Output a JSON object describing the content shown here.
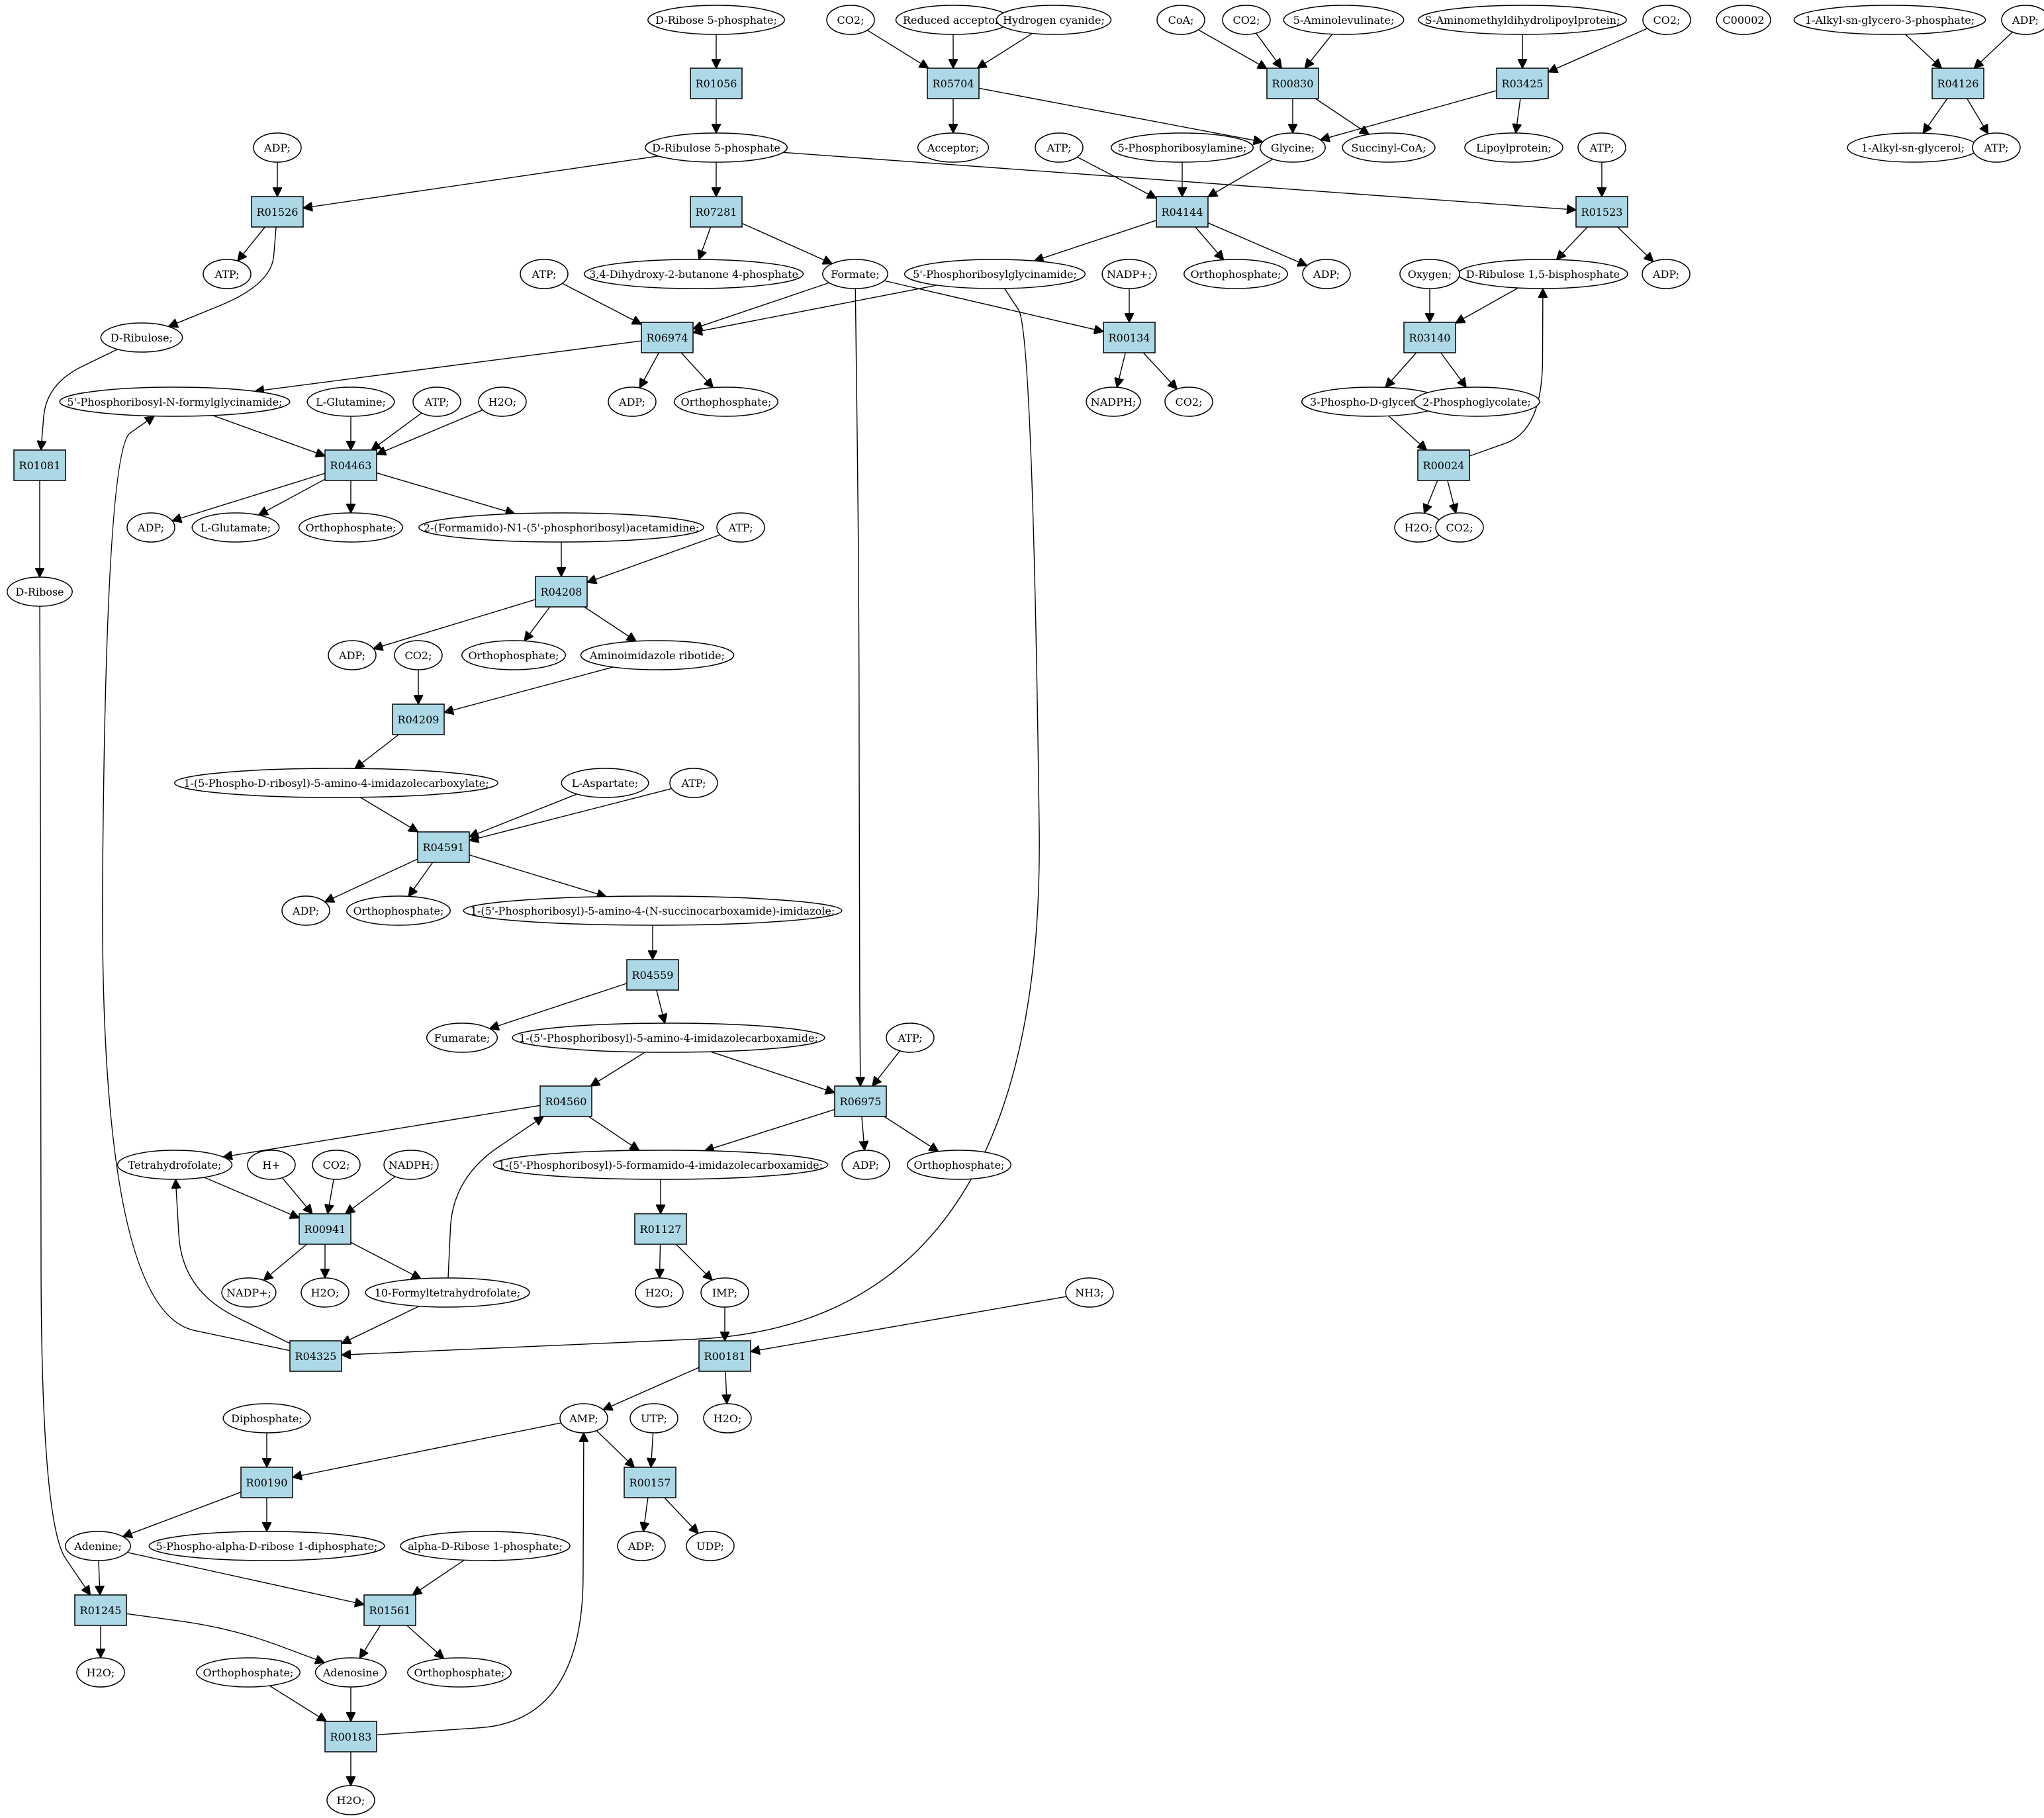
{
  "colors": {
    "reaction_fill": "#add8e6",
    "metabolite_fill": "#ffffff",
    "start_fill": "#00ee00",
    "highlight_fill": "#ffff00",
    "edge": "#000000"
  },
  "nodes": [
    {
      "id": "m_r5p_start",
      "label": "D-Ribose 5-phosphate;",
      "kind": "start"
    },
    {
      "id": "R01056",
      "label": "R01056",
      "kind": "reaction"
    },
    {
      "id": "m_ribulose5p",
      "label": "D-Ribulose 5-phosphate",
      "kind": "metabolite"
    },
    {
      "id": "m_co2_a",
      "label": "CO2;",
      "kind": "metabolite"
    },
    {
      "id": "m_red_acc",
      "label": "Reduced acceptor;",
      "kind": "metabolite"
    },
    {
      "id": "m_hcn",
      "label": "Hydrogen cyanide;",
      "kind": "metabolite"
    },
    {
      "id": "R05704",
      "label": "R05704",
      "kind": "reaction"
    },
    {
      "id": "m_acceptor",
      "label": "Acceptor;",
      "kind": "metabolite"
    },
    {
      "id": "m_coa",
      "label": "CoA;",
      "kind": "metabolite"
    },
    {
      "id": "m_co2_b",
      "label": "CO2;",
      "kind": "metabolite"
    },
    {
      "id": "m_ala",
      "label": "5-Aminolevulinate;",
      "kind": "metabolite"
    },
    {
      "id": "R00830",
      "label": "R00830",
      "kind": "reaction"
    },
    {
      "id": "m_glycine",
      "label": "Glycine;",
      "kind": "metabolite"
    },
    {
      "id": "m_succoa",
      "label": "Succinyl-CoA;",
      "kind": "metabolite"
    },
    {
      "id": "m_samdlp",
      "label": "S-Aminomethyldihydrolipoylprotein;",
      "kind": "metabolite"
    },
    {
      "id": "m_co2_c",
      "label": "CO2;",
      "kind": "metabolite"
    },
    {
      "id": "R03425",
      "label": "R03425",
      "kind": "reaction"
    },
    {
      "id": "m_lipoyl",
      "label": "Lipoylprotein;",
      "kind": "metabolite"
    },
    {
      "id": "m_c00002",
      "label": "C00002",
      "kind": "highlight"
    },
    {
      "id": "m_alkylg3p",
      "label": "1-Alkyl-sn-glycero-3-phosphate;",
      "kind": "metabolite"
    },
    {
      "id": "m_adp_r04126",
      "label": "ADP;",
      "kind": "metabolite"
    },
    {
      "id": "R04126",
      "label": "R04126",
      "kind": "reaction"
    },
    {
      "id": "m_alkylg",
      "label": "1-Alkyl-sn-glycerol;",
      "kind": "metabolite"
    },
    {
      "id": "m_atp_r04126",
      "label": "ATP;",
      "kind": "metabolite"
    },
    {
      "id": "m_adp_r01526",
      "label": "ADP;",
      "kind": "metabolite"
    },
    {
      "id": "R01526",
      "label": "R01526",
      "kind": "reaction"
    },
    {
      "id": "m_atp_r01526",
      "label": "ATP;",
      "kind": "metabolite"
    },
    {
      "id": "m_dribulose",
      "label": "D-Ribulose;",
      "kind": "metabolite"
    },
    {
      "id": "R07281",
      "label": "R07281",
      "kind": "reaction"
    },
    {
      "id": "m_dhbp",
      "label": "3,4-Dihydroxy-2-butanone 4-phosphate",
      "kind": "metabolite"
    },
    {
      "id": "m_formate",
      "label": "Formate;",
      "kind": "metabolite"
    },
    {
      "id": "m_atp_r04144",
      "label": "ATP;",
      "kind": "metabolite"
    },
    {
      "id": "m_5pra",
      "label": "5-Phosphoribosylamine;",
      "kind": "metabolite"
    },
    {
      "id": "R04144",
      "label": "R04144",
      "kind": "reaction"
    },
    {
      "id": "m_gar",
      "label": "5'-Phosphoribosylglycinamide;",
      "kind": "metabolite"
    },
    {
      "id": "m_pi_r04144",
      "label": "Orthophosphate;",
      "kind": "metabolite"
    },
    {
      "id": "m_adp_r04144",
      "label": "ADP;",
      "kind": "metabolite"
    },
    {
      "id": "m_atp_r01523",
      "label": "ATP;",
      "kind": "metabolite"
    },
    {
      "id": "R01523",
      "label": "R01523",
      "kind": "reaction"
    },
    {
      "id": "m_rubp",
      "label": "D-Ribulose 1,5-bisphosphate",
      "kind": "metabolite"
    },
    {
      "id": "m_adp_r01523",
      "label": "ADP;",
      "kind": "metabolite"
    },
    {
      "id": "m_atp_r06974",
      "label": "ATP;",
      "kind": "metabolite"
    },
    {
      "id": "R06974",
      "label": "R06974",
      "kind": "reaction"
    },
    {
      "id": "m_adp_r06974",
      "label": "ADP;",
      "kind": "metabolite"
    },
    {
      "id": "m_pi_r06974",
      "label": "Orthophosphate;",
      "kind": "metabolite"
    },
    {
      "id": "m_nadp_r00134",
      "label": "NADP+;",
      "kind": "metabolite"
    },
    {
      "id": "R00134",
      "label": "R00134",
      "kind": "reaction"
    },
    {
      "id": "m_nadph_r00134",
      "label": "NADPH;",
      "kind": "metabolite"
    },
    {
      "id": "m_co2_r00134",
      "label": "CO2;",
      "kind": "metabolite"
    },
    {
      "id": "m_oxygen",
      "label": "Oxygen;",
      "kind": "metabolite"
    },
    {
      "id": "R03140",
      "label": "R03140",
      "kind": "reaction"
    },
    {
      "id": "m_3pg",
      "label": "3-Phospho-D-glycerate;",
      "kind": "metabolite"
    },
    {
      "id": "m_2pglyc",
      "label": "2-Phosphoglycolate;",
      "kind": "metabolite"
    },
    {
      "id": "R00024",
      "label": "R00024",
      "kind": "reaction"
    },
    {
      "id": "m_h2o_r00024",
      "label": "H2O;",
      "kind": "metabolite"
    },
    {
      "id": "m_co2_r00024",
      "label": "CO2;",
      "kind": "metabolite"
    },
    {
      "id": "R01081",
      "label": "R01081",
      "kind": "reaction"
    },
    {
      "id": "m_dribose",
      "label": "D-Ribose",
      "kind": "metabolite"
    },
    {
      "id": "m_fgar",
      "label": "5'-Phosphoribosyl-N-formylglycinamide;",
      "kind": "metabolite"
    },
    {
      "id": "m_lgln",
      "label": "L-Glutamine;",
      "kind": "metabolite"
    },
    {
      "id": "m_atp_r04463",
      "label": "ATP;",
      "kind": "metabolite"
    },
    {
      "id": "m_h2o_r04463",
      "label": "H2O;",
      "kind": "metabolite"
    },
    {
      "id": "R04463",
      "label": "R04463",
      "kind": "reaction"
    },
    {
      "id": "m_adp_r04463",
      "label": "ADP;",
      "kind": "metabolite"
    },
    {
      "id": "m_lglu",
      "label": "L-Glutamate;",
      "kind": "metabolite"
    },
    {
      "id": "m_pi_r04463",
      "label": "Orthophosphate;",
      "kind": "metabolite"
    },
    {
      "id": "m_fgam",
      "label": "2-(Formamido)-N1-(5'-phosphoribosyl)acetamidine;",
      "kind": "metabolite"
    },
    {
      "id": "m_atp_r04208",
      "label": "ATP;",
      "kind": "metabolite"
    },
    {
      "id": "R04208",
      "label": "R04208",
      "kind": "reaction"
    },
    {
      "id": "m_adp_r04208",
      "label": "ADP;",
      "kind": "metabolite"
    },
    {
      "id": "m_pi_r04208",
      "label": "Orthophosphate;",
      "kind": "metabolite"
    },
    {
      "id": "m_air",
      "label": "Aminoimidazole ribotide;",
      "kind": "metabolite"
    },
    {
      "id": "m_co2_r04209",
      "label": "CO2;",
      "kind": "metabolite"
    },
    {
      "id": "R04209",
      "label": "R04209",
      "kind": "reaction"
    },
    {
      "id": "m_cair",
      "label": "1-(5-Phospho-D-ribosyl)-5-amino-4-imidazolecarboxylate;",
      "kind": "metabolite"
    },
    {
      "id": "m_lasp",
      "label": "L-Aspartate;",
      "kind": "metabolite"
    },
    {
      "id": "m_atp_r04591",
      "label": "ATP;",
      "kind": "metabolite"
    },
    {
      "id": "R04591",
      "label": "R04591",
      "kind": "reaction"
    },
    {
      "id": "m_adp_r04591",
      "label": "ADP;",
      "kind": "metabolite"
    },
    {
      "id": "m_pi_r04591",
      "label": "Orthophosphate;",
      "kind": "metabolite"
    },
    {
      "id": "m_saicar",
      "label": "1-(5'-Phosphoribosyl)-5-amino-4-(N-succinocarboxamide)-imidazole;",
      "kind": "metabolite"
    },
    {
      "id": "R04559",
      "label": "R04559",
      "kind": "reaction"
    },
    {
      "id": "m_fumarate",
      "label": "Fumarate;",
      "kind": "metabolite"
    },
    {
      "id": "m_aicar",
      "label": "1-(5'-Phosphoribosyl)-5-amino-4-imidazolecarboxamide;",
      "kind": "metabolite"
    },
    {
      "id": "m_atp_r06975",
      "label": "ATP;",
      "kind": "metabolite"
    },
    {
      "id": "R04560",
      "label": "R04560",
      "kind": "reaction"
    },
    {
      "id": "R06975",
      "label": "R06975",
      "kind": "reaction"
    },
    {
      "id": "m_thf",
      "label": "Tetrahydrofolate;",
      "kind": "metabolite"
    },
    {
      "id": "m_hplus",
      "label": "H+",
      "kind": "metabolite"
    },
    {
      "id": "m_co2_r00941",
      "label": "CO2;",
      "kind": "metabolite"
    },
    {
      "id": "m_nadph_r00941",
      "label": "NADPH;",
      "kind": "metabolite"
    },
    {
      "id": "m_faicar",
      "label": "1-(5'-Phosphoribosyl)-5-formamido-4-imidazolecarboxamide;",
      "kind": "metabolite"
    },
    {
      "id": "m_adp_r06975",
      "label": "ADP;",
      "kind": "metabolite"
    },
    {
      "id": "m_pi_r06975",
      "label": "Orthophosphate;",
      "kind": "metabolite"
    },
    {
      "id": "R00941",
      "label": "R00941",
      "kind": "reaction"
    },
    {
      "id": "R01127",
      "label": "R01127",
      "kind": "reaction"
    },
    {
      "id": "m_nadp_r00941",
      "label": "NADP+;",
      "kind": "metabolite"
    },
    {
      "id": "m_h2o_r00941",
      "label": "H2O;",
      "kind": "metabolite"
    },
    {
      "id": "m_10fthf",
      "label": "10-Formyltetrahydrofolate;",
      "kind": "metabolite"
    },
    {
      "id": "m_h2o_r01127",
      "label": "H2O;",
      "kind": "metabolite"
    },
    {
      "id": "m_imp",
      "label": "IMP;",
      "kind": "metabolite"
    },
    {
      "id": "m_nh3",
      "label": "NH3;",
      "kind": "metabolite"
    },
    {
      "id": "R04325",
      "label": "R04325",
      "kind": "reaction"
    },
    {
      "id": "R00181",
      "label": "R00181",
      "kind": "reaction"
    },
    {
      "id": "m_diphosphate",
      "label": "Diphosphate;",
      "kind": "metabolite"
    },
    {
      "id": "m_amp",
      "label": "AMP;",
      "kind": "metabolite"
    },
    {
      "id": "m_utp",
      "label": "UTP;",
      "kind": "metabolite"
    },
    {
      "id": "m_h2o_r00181",
      "label": "H2O;",
      "kind": "metabolite"
    },
    {
      "id": "R00190",
      "label": "R00190",
      "kind": "reaction"
    },
    {
      "id": "R00157",
      "label": "R00157",
      "kind": "reaction"
    },
    {
      "id": "m_adenine",
      "label": "Adenine;",
      "kind": "metabolite"
    },
    {
      "id": "m_prpp",
      "label": "5-Phospho-alpha-D-ribose 1-diphosphate;",
      "kind": "metabolite"
    },
    {
      "id": "m_r1p",
      "label": "alpha-D-Ribose 1-phosphate;",
      "kind": "metabolite"
    },
    {
      "id": "m_adp_r00157",
      "label": "ADP;",
      "kind": "metabolite"
    },
    {
      "id": "m_udp",
      "label": "UDP;",
      "kind": "metabolite"
    },
    {
      "id": "R01245",
      "label": "R01245",
      "kind": "reaction"
    },
    {
      "id": "R01561",
      "label": "R01561",
      "kind": "reaction"
    },
    {
      "id": "m_h2o_r01245",
      "label": "H2O;",
      "kind": "metabolite"
    },
    {
      "id": "m_pi_r00183",
      "label": "Orthophosphate;",
      "kind": "metabolite"
    },
    {
      "id": "m_adenosine",
      "label": "Adenosine",
      "kind": "metabolite"
    },
    {
      "id": "m_pi_r01561",
      "label": "Orthophosphate;",
      "kind": "metabolite"
    },
    {
      "id": "R00183",
      "label": "R00183",
      "kind": "reaction"
    },
    {
      "id": "m_h2o_r00183",
      "label": "H2O;",
      "kind": "metabolite"
    }
  ],
  "edges": [
    [
      "m_r5p_start",
      "R01056"
    ],
    [
      "R01056",
      "m_ribulose5p"
    ],
    [
      "m_co2_a",
      "R05704"
    ],
    [
      "m_red_acc",
      "R05704"
    ],
    [
      "m_hcn",
      "R05704"
    ],
    [
      "R05704",
      "m_acceptor"
    ],
    [
      "R05704",
      "m_glycine"
    ],
    [
      "m_coa",
      "R00830"
    ],
    [
      "m_co2_b",
      "R00830"
    ],
    [
      "m_ala",
      "R00830"
    ],
    [
      "R00830",
      "m_glycine"
    ],
    [
      "R00830",
      "m_succoa"
    ],
    [
      "m_samdlp",
      "R03425"
    ],
    [
      "m_co2_c",
      "R03425"
    ],
    [
      "R03425",
      "m_glycine"
    ],
    [
      "R03425",
      "m_lipoyl"
    ],
    [
      "m_alkylg3p",
      "R04126"
    ],
    [
      "m_adp_r04126",
      "R04126"
    ],
    [
      "R04126",
      "m_alkylg"
    ],
    [
      "R04126",
      "m_atp_r04126"
    ],
    [
      "m_ribulose5p",
      "R01526"
    ],
    [
      "m_adp_r01526",
      "R01526"
    ],
    [
      "R01526",
      "m_atp_r01526"
    ],
    [
      "R01526",
      "m_dribulose"
    ],
    [
      "m_ribulose5p",
      "R07281"
    ],
    [
      "R07281",
      "m_dhbp"
    ],
    [
      "R07281",
      "m_formate"
    ],
    [
      "m_ribulose5p",
      "R01523"
    ],
    [
      "m_atp_r01523",
      "R01523"
    ],
    [
      "R01523",
      "m_rubp"
    ],
    [
      "R01523",
      "m_adp_r01523"
    ],
    [
      "m_atp_r04144",
      "R04144"
    ],
    [
      "m_5pra",
      "R04144"
    ],
    [
      "m_glycine",
      "R04144"
    ],
    [
      "R04144",
      "m_gar"
    ],
    [
      "R04144",
      "m_pi_r04144"
    ],
    [
      "R04144",
      "m_adp_r04144"
    ],
    [
      "m_atp_r06974",
      "R06974"
    ],
    [
      "m_formate",
      "R06974"
    ],
    [
      "m_gar",
      "R06974"
    ],
    [
      "R06974",
      "m_fgar"
    ],
    [
      "R06974",
      "m_adp_r06974"
    ],
    [
      "R06974",
      "m_pi_r06974"
    ],
    [
      "m_formate",
      "R00134"
    ],
    [
      "m_nadp_r00134",
      "R00134"
    ],
    [
      "R00134",
      "m_nadph_r00134"
    ],
    [
      "R00134",
      "m_co2_r00134"
    ],
    [
      "m_oxygen",
      "R03140"
    ],
    [
      "m_rubp",
      "R03140"
    ],
    [
      "R03140",
      "m_3pg"
    ],
    [
      "R03140",
      "m_2pglyc"
    ],
    [
      "m_3pg",
      "R00024"
    ],
    [
      "R00024",
      "m_rubp"
    ],
    [
      "R00024",
      "m_h2o_r00024"
    ],
    [
      "R00024",
      "m_co2_r00024"
    ],
    [
      "m_dribulose",
      "R01081"
    ],
    [
      "R01081",
      "m_dribose"
    ],
    [
      "m_fgar",
      "R04463"
    ],
    [
      "m_lgln",
      "R04463"
    ],
    [
      "m_atp_r04463",
      "R04463"
    ],
    [
      "m_h2o_r04463",
      "R04463"
    ],
    [
      "R04463",
      "m_adp_r04463"
    ],
    [
      "R04463",
      "m_lglu"
    ],
    [
      "R04463",
      "m_pi_r04463"
    ],
    [
      "R04463",
      "m_fgam"
    ],
    [
      "m_fgam",
      "R04208"
    ],
    [
      "m_atp_r04208",
      "R04208"
    ],
    [
      "R04208",
      "m_adp_r04208"
    ],
    [
      "R04208",
      "m_pi_r04208"
    ],
    [
      "R04208",
      "m_air"
    ],
    [
      "m_co2_r04209",
      "R04209"
    ],
    [
      "m_air",
      "R04209"
    ],
    [
      "R04209",
      "m_cair"
    ],
    [
      "m_cair",
      "R04591"
    ],
    [
      "m_lasp",
      "R04591"
    ],
    [
      "m_atp_r04591",
      "R04591"
    ],
    [
      "R04591",
      "m_adp_r04591"
    ],
    [
      "R04591",
      "m_pi_r04591"
    ],
    [
      "R04591",
      "m_saicar"
    ],
    [
      "m_saicar",
      "R04559"
    ],
    [
      "R04559",
      "m_fumarate"
    ],
    [
      "R04559",
      "m_aicar"
    ],
    [
      "m_aicar",
      "R04560"
    ],
    [
      "m_10fthf",
      "R04560"
    ],
    [
      "R04560",
      "m_thf"
    ],
    [
      "R04560",
      "m_faicar"
    ],
    [
      "m_aicar",
      "R06975"
    ],
    [
      "m_atp_r06975",
      "R06975"
    ],
    [
      "m_formate",
      "R06975"
    ],
    [
      "R06975",
      "m_faicar"
    ],
    [
      "R06975",
      "m_adp_r06975"
    ],
    [
      "R06975",
      "m_pi_r06975"
    ],
    [
      "m_thf",
      "R00941"
    ],
    [
      "m_hplus",
      "R00941"
    ],
    [
      "m_co2_r00941",
      "R00941"
    ],
    [
      "m_nadph_r00941",
      "R00941"
    ],
    [
      "R00941",
      "m_nadp_r00941"
    ],
    [
      "R00941",
      "m_h2o_r00941"
    ],
    [
      "R00941",
      "m_10fthf"
    ],
    [
      "m_faicar",
      "R01127"
    ],
    [
      "R01127",
      "m_h2o_r01127"
    ],
    [
      "R01127",
      "m_imp"
    ],
    [
      "m_10fthf",
      "R04325"
    ],
    [
      "m_gar",
      "R04325"
    ],
    [
      "R04325",
      "m_thf"
    ],
    [
      "R04325",
      "m_fgar"
    ],
    [
      "m_imp",
      "R00181"
    ],
    [
      "m_nh3",
      "R00181"
    ],
    [
      "R00181",
      "m_amp"
    ],
    [
      "R00181",
      "m_h2o_r00181"
    ],
    [
      "m_diphosphate",
      "R00190"
    ],
    [
      "m_amp",
      "R00190"
    ],
    [
      "R00190",
      "m_adenine"
    ],
    [
      "R00190",
      "m_prpp"
    ],
    [
      "m_amp",
      "R00157"
    ],
    [
      "m_utp",
      "R00157"
    ],
    [
      "R00157",
      "m_adp_r00157"
    ],
    [
      "R00157",
      "m_udp"
    ],
    [
      "m_adenine",
      "R01245"
    ],
    [
      "m_dribose",
      "R01245"
    ],
    [
      "R01245",
      "m_h2o_r01245"
    ],
    [
      "R01245",
      "m_adenosine"
    ],
    [
      "m_adenine",
      "R01561"
    ],
    [
      "m_r1p",
      "R01561"
    ],
    [
      "R01561",
      "m_adenosine"
    ],
    [
      "R01561",
      "m_pi_r01561"
    ],
    [
      "m_adenosine",
      "R00183"
    ],
    [
      "m_pi_r00183",
      "R00183"
    ],
    [
      "R00183",
      "m_amp"
    ],
    [
      "R00183",
      "m_h2o_r00183"
    ]
  ]
}
